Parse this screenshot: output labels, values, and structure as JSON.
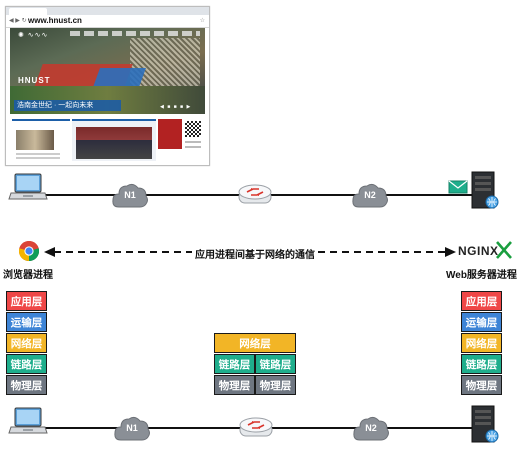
{
  "browser": {
    "url": "www.hnust.cn",
    "hnust_text": "HNUST",
    "slogan": "浩南金世纪 · 一起向未来"
  },
  "top_network": {
    "cloud1": "N1",
    "cloud2": "N2"
  },
  "middle": {
    "browser_label": "浏览器进程",
    "server_label": "Web服务器进程",
    "communication_label": "应用进程间基于网络的通信",
    "nginx_logo": "NGINX"
  },
  "left_stack": [
    "应用层",
    "运输层",
    "网络层",
    "链路层",
    "物理层"
  ],
  "right_stack": [
    "应用层",
    "运输层",
    "网络层",
    "链路层",
    "物理层"
  ],
  "router_stack": {
    "network": "网络层",
    "links": [
      "链路层",
      "链路层"
    ],
    "physical": [
      "物理层",
      "物理层"
    ]
  },
  "bottom_network": {
    "cloud1": "N1",
    "cloud2": "N2"
  },
  "colors": {
    "application": "#ef4747",
    "transport": "#3d84d6",
    "network": "#f2b526",
    "link": "#1fae8c",
    "physical": "#6e7681"
  }
}
